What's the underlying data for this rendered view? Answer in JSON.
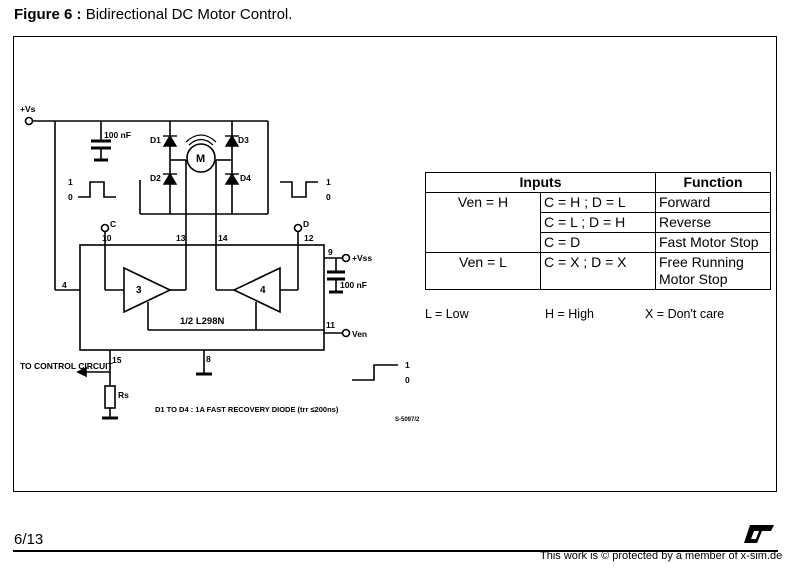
{
  "figure": {
    "label": "Figure 6 :",
    "title": "Bidirectional DC Motor Control."
  },
  "schematic": {
    "supply_vs": "+Vs",
    "supply_vss": "+Vss",
    "cap_top": "100 nF",
    "cap_right": "100 nF",
    "d1": "D1",
    "d2": "D2",
    "d3": "D3",
    "d4": "D4",
    "motor": "M",
    "pin_c": "C",
    "pin_d": "D",
    "pin_10": "10",
    "pin_13": "13",
    "pin_14": "14",
    "pin_12": "12",
    "pin_4": "4",
    "pin_9": "9",
    "pin_11": "11",
    "pin_15": "15",
    "pin_8": "8",
    "amp3": "3",
    "amp4": "4",
    "chip": "1/2 L298N",
    "ven": "Ven",
    "control": "TO CONTROL CIRCUIT",
    "rs": "Rs",
    "note": "D1 TO D4 : 1A FAST RECOVERY DIODE (trr ≤200ns)",
    "code": "S-5097/2",
    "pulse_left_hi": "1",
    "pulse_left_lo": "0",
    "pulse_right_hi": "1",
    "pulse_right_lo": "0",
    "pulse_bottom_hi": "1",
    "pulse_bottom_lo": "0"
  },
  "truth_table": {
    "headers": [
      "Inputs",
      "Function"
    ],
    "rows": [
      {
        "ven": "Ven = H",
        "cond": "C = H ; D = L",
        "function": "Forward"
      },
      {
        "ven": "",
        "cond": "C = L ; D = H",
        "function": "Reverse"
      },
      {
        "ven": "",
        "cond": "C = D",
        "function": "Fast Motor Stop"
      },
      {
        "ven": "Ven = L",
        "cond": "C = X ; D = X",
        "function": "Free Running Motor Stop"
      }
    ]
  },
  "legend": [
    "L = Low",
    "H = High",
    "X = Don't care"
  ],
  "footer": {
    "page": "6/13",
    "copyright": "This work is © protected by a member of x-sim.de"
  }
}
